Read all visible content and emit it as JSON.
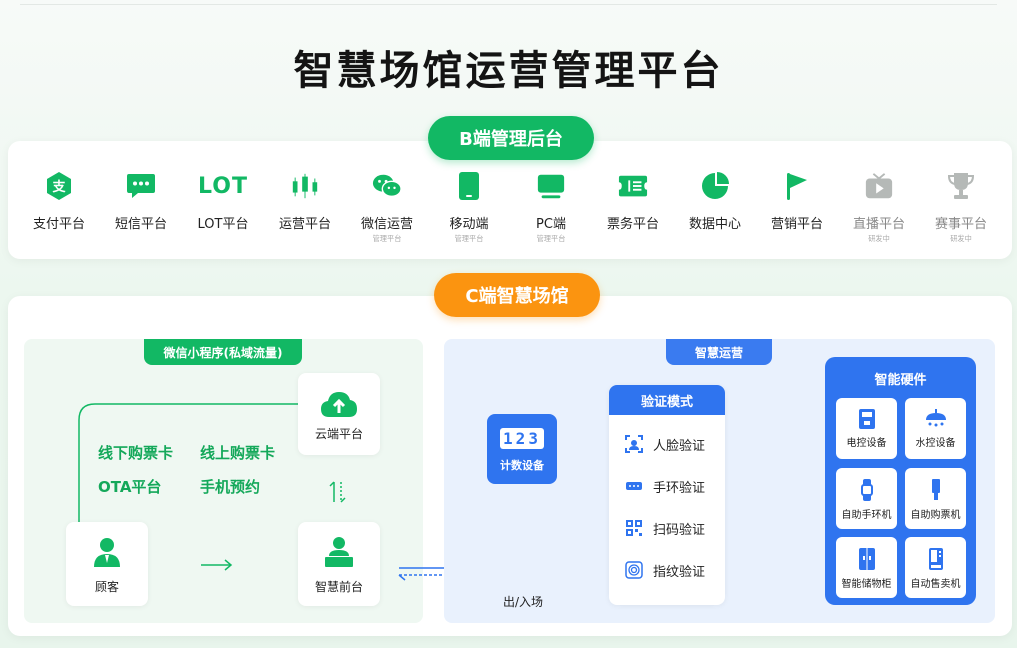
{
  "title": "智慧场馆运营管理平台",
  "b_section": {
    "label": "B端管理后台",
    "items": [
      {
        "label": "支付平台",
        "sub": "",
        "icon": "payment-icon"
      },
      {
        "label": "短信平台",
        "sub": "",
        "icon": "sms-icon"
      },
      {
        "label": "LOT平台",
        "sub": "",
        "icon": "lot-icon"
      },
      {
        "label": "运营平台",
        "sub": "",
        "icon": "operations-icon"
      },
      {
        "label": "微信运营",
        "sub": "管理平台",
        "icon": "wechat-icon"
      },
      {
        "label": "移动端",
        "sub": "管理平台",
        "icon": "mobile-icon"
      },
      {
        "label": "PC端",
        "sub": "管理平台",
        "icon": "pc-icon"
      },
      {
        "label": "票务平台",
        "sub": "",
        "icon": "ticket-icon"
      },
      {
        "label": "数据中心",
        "sub": "",
        "icon": "pie-chart-icon"
      },
      {
        "label": "营销平台",
        "sub": "",
        "icon": "flag-icon"
      },
      {
        "label": "直播平台",
        "sub": "研发中",
        "icon": "tv-icon"
      },
      {
        "label": "赛事平台",
        "sub": "研发中",
        "icon": "trophy-icon"
      }
    ],
    "lot_logo_text": "LOT"
  },
  "c_section": {
    "label": "C端智慧场馆",
    "miniprogram": {
      "tag": "微信小程序(私域流量)",
      "cloud": "云端平台",
      "customer": "顾客",
      "front_desk": "智慧前台",
      "channels": [
        "线下购票卡",
        "线上购票卡",
        "OTA平台",
        "手机预约"
      ]
    },
    "operations": {
      "tag": "智慧运营",
      "counter": {
        "digits": "123",
        "label": "计数设备"
      },
      "entry_exit": "出/入场",
      "verify": {
        "title": "验证模式",
        "items": [
          "人脸验证",
          "手环验证",
          "扫码验证",
          "指纹验证"
        ]
      },
      "hardware": {
        "title": "智能硬件",
        "items": [
          "电控设备",
          "水控设备",
          "自助手环机",
          "自助购票机",
          "智能储物柜",
          "自动售卖机"
        ]
      }
    }
  },
  "colors": {
    "green": "#12b864",
    "orange": "#fb9410",
    "blue": "#2f74ef",
    "gray": "#b5b9b7"
  }
}
